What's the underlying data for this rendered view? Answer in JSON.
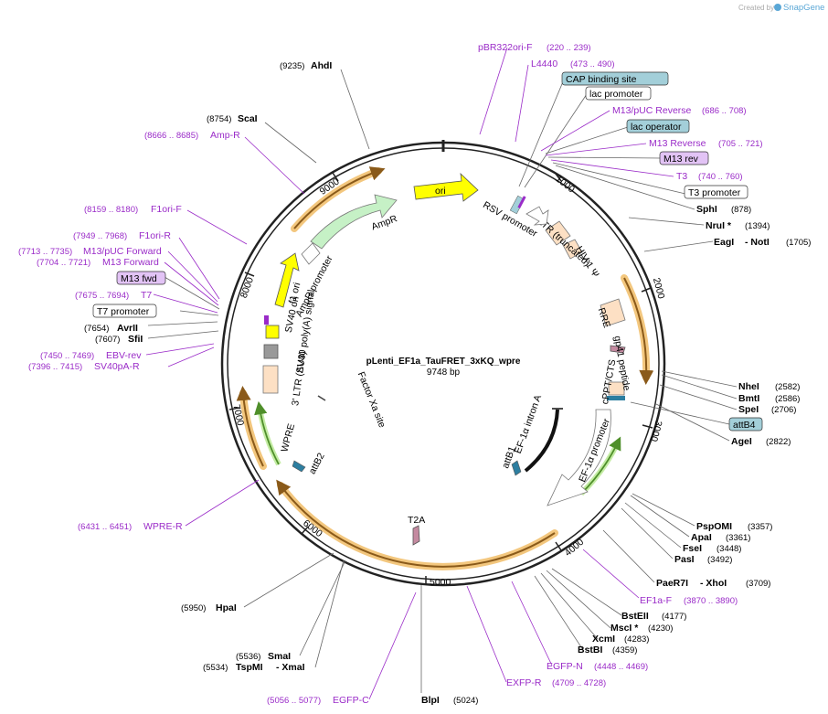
{
  "branding": {
    "created_by": "Created by",
    "app_name": "SnapGene"
  },
  "plasmid": {
    "name": "pLenti_EF1a_TauFRET_3xKQ_wpre",
    "length_label": "9748 bp"
  },
  "ticks": [
    "1000",
    "2000",
    "3000",
    "4000",
    "5000",
    "6000",
    "7000",
    "8000",
    "9000"
  ],
  "sites": [
    {
      "id": "ahdi",
      "pos": "(9235)",
      "name": "AhdI"
    },
    {
      "id": "scai",
      "pos": "(8754)",
      "name": "ScaI"
    },
    {
      "id": "avrii",
      "pos": "(7654)",
      "name": "AvrII"
    },
    {
      "id": "sfii",
      "pos": "(7607)",
      "name": "SfiI"
    },
    {
      "id": "hpai",
      "pos": "(5950)",
      "name": "HpaI"
    },
    {
      "id": "smai",
      "pos": "(5536)",
      "name": "SmaI"
    },
    {
      "id": "tspmi",
      "pos": "(5534)",
      "name": "TspMI",
      "name2": "XmaI"
    },
    {
      "id": "blpi",
      "pos": "(5024)",
      "name": "BlpI"
    },
    {
      "id": "sphi",
      "pos": "(878)",
      "name": "SphI"
    },
    {
      "id": "nrui",
      "pos": "(1394)",
      "name": "NruI *"
    },
    {
      "id": "eagi",
      "pos": "(1705)",
      "name": "EagI",
      "name2": "NotI"
    },
    {
      "id": "nhei",
      "pos": "(2582)",
      "name": "NheI"
    },
    {
      "id": "bmti",
      "pos": "(2586)",
      "name": "BmtI"
    },
    {
      "id": "spei",
      "pos": "(2706)",
      "name": "SpeI"
    },
    {
      "id": "agei",
      "pos": "(2822)",
      "name": "AgeI"
    },
    {
      "id": "pspomi",
      "pos": "(3357)",
      "name": "PspOMI"
    },
    {
      "id": "apai",
      "pos": "(3361)",
      "name": "ApaI"
    },
    {
      "id": "fsei",
      "pos": "(3448)",
      "name": "FseI"
    },
    {
      "id": "pasi",
      "pos": "(3492)",
      "name": "PasI"
    },
    {
      "id": "paer7i",
      "pos": "(3709)",
      "name": "PaeR7I",
      "name2": "XhoI"
    },
    {
      "id": "bsteii",
      "pos": "(4177)",
      "name": "BstEII"
    },
    {
      "id": "msci",
      "pos": "(4230)",
      "name": "MscI *"
    },
    {
      "id": "xcmi",
      "pos": "(4283)",
      "name": "XcmI"
    },
    {
      "id": "bstbi",
      "pos": "(4359)",
      "name": "BstBI"
    }
  ],
  "primers": [
    {
      "id": "amp-r",
      "name": "Amp-R",
      "range": "(8666 .. 8685)"
    },
    {
      "id": "f1ori-f",
      "name": "F1ori-F",
      "range": "(8159 .. 8180)"
    },
    {
      "id": "f1ori-r",
      "name": "F1ori-R",
      "range": "(7949 .. 7968)"
    },
    {
      "id": "m13puc-fwd",
      "name": "M13/pUC Forward",
      "range": "(7713 .. 7735)"
    },
    {
      "id": "m13-fwd-primer",
      "name": "M13 Forward",
      "range": "(7704 .. 7721)"
    },
    {
      "id": "t7-primer",
      "name": "T7",
      "range": "(7675 .. 7694)"
    },
    {
      "id": "ebv-rev",
      "name": "EBV-rev",
      "range": "(7450 .. 7469)"
    },
    {
      "id": "sv40pa-r",
      "name": "SV40pA-R",
      "range": "(7396 .. 7415)"
    },
    {
      "id": "wpre-r",
      "name": "WPRE-R",
      "range": "(6431 .. 6451)"
    },
    {
      "id": "egfp-c",
      "name": "EGFP-C",
      "range": "(5056 .. 5077)"
    },
    {
      "id": "pbr322ori-f",
      "name": "pBR322ori-F",
      "range": "(220 .. 239)"
    },
    {
      "id": "l4440",
      "name": "L4440",
      "range": "(473 .. 490)"
    },
    {
      "id": "m13puc-rev",
      "name": "M13/pUC Reverse",
      "range": "(686 .. 708)"
    },
    {
      "id": "m13-rev-primer",
      "name": "M13 Reverse",
      "range": "(705 .. 721)"
    },
    {
      "id": "t3-primer",
      "name": "T3",
      "range": "(740 .. 760)"
    },
    {
      "id": "ef1a-f",
      "name": "EF1a-F",
      "range": "(3870 .. 3890)"
    },
    {
      "id": "egfp-n",
      "name": "EGFP-N",
      "range": "(4448 .. 4469)"
    },
    {
      "id": "exfp-r",
      "name": "EXFP-R",
      "range": "(4709 .. 4728)"
    }
  ],
  "boxed_labels": {
    "cap": "CAP binding site",
    "lac_promoter": "lac promoter",
    "lac_operator": "lac operator",
    "m13_rev": "M13 rev",
    "t3_promoter": "T3 promoter",
    "m13_fwd": "M13 fwd",
    "t7_promoter": "T7 promoter",
    "attb4": "attB4"
  },
  "features": {
    "ori": "ori",
    "ampr": "AmpR",
    "ampr_promoter": "AmpR promoter",
    "f1_ori": "f1 ori",
    "sv40_ori": "SV40 ori",
    "sv40_polya": "SV40 poly(A) signal",
    "ltr3": "3' LTR (ΔU3)",
    "wpre": "WPRE",
    "attb2": "attB2",
    "factor_xa": "Factor Xa site",
    "t2a": "T2A",
    "ef1a_promoter": "EF-1α promoter",
    "ef1a_intron": "EF-1α intron A",
    "attb1": "attB1",
    "cppt": "cPPT/CTS",
    "gp41": "gp41 peptide",
    "rre": "RRE",
    "hiv_psi": "HIV-1 Ψ",
    "ltr5": "5' LTR (truncated)",
    "rsv_promoter": "RSV promoter"
  },
  "colors": {
    "backbone": "#222222",
    "primer": "#9a2bc8",
    "orf_highlight": "#f3c77e",
    "orf_arrow": "#8a5a1a",
    "ampr_fill": "#c6f1c6",
    "ori_fill": "#ffff00",
    "ltr_fill": "#fde0c4",
    "box_blue": "#a3cfd9",
    "box_purple": "#e2c3f5",
    "promoter_green": "#7ec44a"
  }
}
